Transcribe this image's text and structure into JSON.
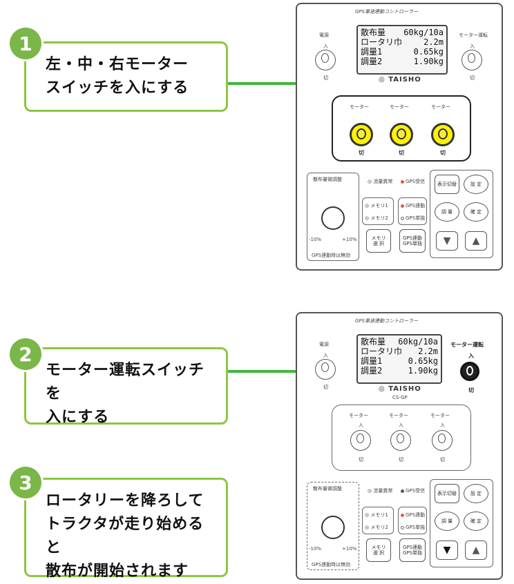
{
  "steps": [
    {
      "num": "1",
      "text": "左・中・右モーター\nスイッチを入にする"
    },
    {
      "num": "2",
      "text": "モーター運転スイッチを\n入にする"
    },
    {
      "num": "3",
      "text": "ロータリーを降ろして\nトラクタが走り始めると\n散布が開始されます"
    }
  ],
  "panel": {
    "title": "GPS車速連動コントローラー",
    "lcd": [
      {
        "label": "散布量",
        "value": "60kg/10a"
      },
      {
        "label": "ロータリ巾",
        "value": "2.2m"
      },
      {
        "label": "調量1",
        "value": "0.65kg"
      },
      {
        "label": "調量2",
        "value": "1.90kg"
      }
    ],
    "brand": "◎ TAISHO",
    "model": "CS-GP",
    "power_label": "電源",
    "on": "入",
    "off": "切",
    "motor_run_label": "モーター運転",
    "motor_switch_labels": [
      "モーター",
      "モーター",
      "モーター"
    ],
    "dial_label": "散布量微調整",
    "dial_bottom": "GPS連動時は無効",
    "dial_minus": "-10%",
    "dial_plus": "+10%",
    "status_left": "◎ 流量異常",
    "status_right": "GPS受信",
    "left_leds": [
      "◎ メモリ1",
      "◎ メモリ2"
    ],
    "mid_leds": [
      "GPS連動",
      "GPS単独"
    ],
    "btn_memory": "メモリ\n選 択",
    "btn_gps": "GPS連動\nGPS単独",
    "btn_top_left": "表示切替",
    "btn_top_right": "設 定",
    "btn_mid_left": "調 量",
    "btn_mid_right": "確 定",
    "btn_down": "▼",
    "btn_up": "▲"
  },
  "colors": {
    "accent": "#8cc63f",
    "line": "#3db83a",
    "switch": "#fff200"
  }
}
